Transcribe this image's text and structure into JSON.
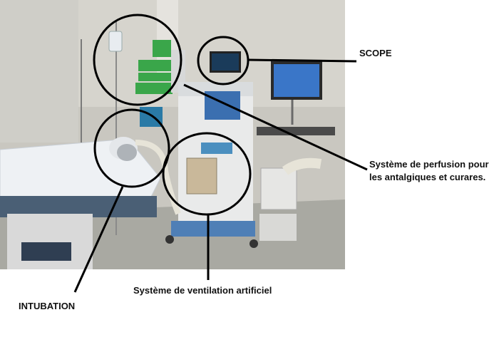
{
  "labels": {
    "scope": "SCOPE",
    "perfusion": "Système de perfusion pour les antalgiques et curares.",
    "ventilation": "Système de ventilation artificiel",
    "intubation": "INTUBATION"
  },
  "colors": {
    "wall": "#c9c7c0",
    "floor": "#a9a9a2",
    "annotation": "#000000",
    "pump_green": "#3aa64a",
    "screen_blue": "#3b6fb0",
    "drape": "#eef1f4",
    "machine_body": "#e9eaea",
    "tube": "#e7e4d8"
  },
  "photo_subject": "operating-room-anesthesia-setup"
}
